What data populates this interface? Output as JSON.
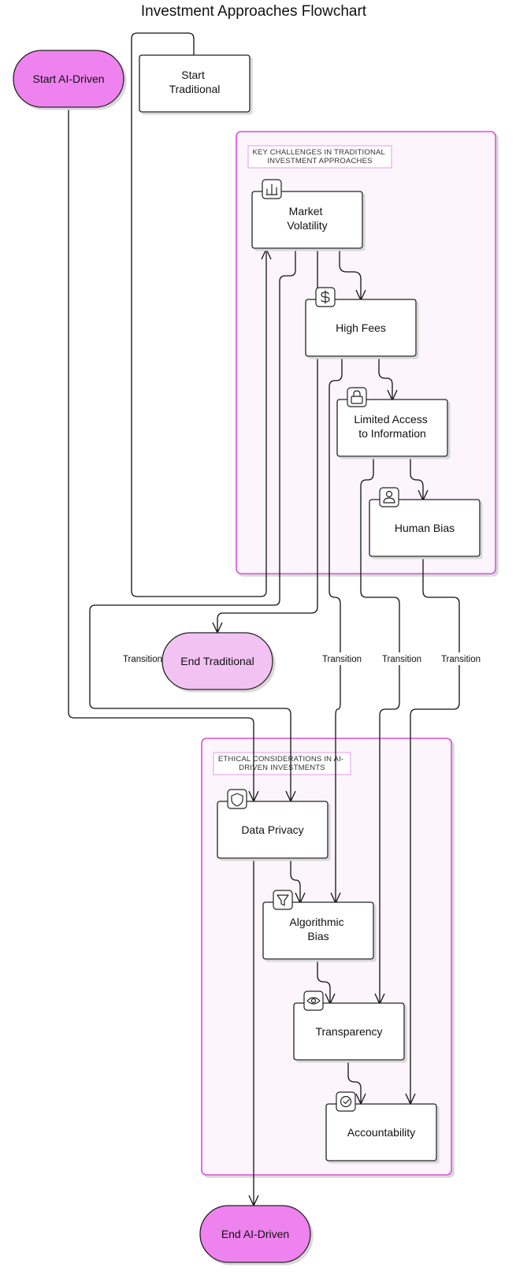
{
  "title": "Investment Approaches Flowchart",
  "clusters": {
    "traditional": {
      "label_lines": [
        "KEY CHALLENGES IN TRADITIONAL",
        "INVESTMENT APPROACHES"
      ]
    },
    "ai": {
      "label_lines": [
        "ETHICAL CONSIDERATIONS IN AI-",
        "DRIVEN INVESTMENTS"
      ]
    }
  },
  "nodes": {
    "start_ai": {
      "label_lines": [
        "Start AI-Driven"
      ]
    },
    "start_traditional": {
      "label_lines": [
        "Start",
        "Traditional"
      ]
    },
    "market_volatility": {
      "label_lines": [
        "Market",
        "Volatility"
      ],
      "icon": "bar-chart-icon"
    },
    "high_fees": {
      "label_lines": [
        "High Fees"
      ],
      "icon": "dollar-icon"
    },
    "limited_access": {
      "label_lines": [
        "Limited Access",
        "to Information"
      ],
      "icon": "lock-icon"
    },
    "human_bias": {
      "label_lines": [
        "Human Bias"
      ],
      "icon": "person-icon"
    },
    "end_traditional": {
      "label_lines": [
        "End Traditional"
      ]
    },
    "data_privacy": {
      "label_lines": [
        "Data Privacy"
      ],
      "icon": "shield-icon"
    },
    "algorithmic_bias": {
      "label_lines": [
        "Algorithmic",
        "Bias"
      ],
      "icon": "funnel-icon"
    },
    "transparency": {
      "label_lines": [
        "Transparency"
      ],
      "icon": "eye-icon"
    },
    "accountability": {
      "label_lines": [
        "Accountability"
      ],
      "icon": "check-circle-icon"
    },
    "end_ai": {
      "label_lines": [
        "End AI-Driven"
      ]
    }
  },
  "edge_labels": {
    "t1": "Transition",
    "t2": "Transition",
    "t3": "Transition",
    "t4": "Transition"
  },
  "colors": {
    "stadium_fill": "#ee82ee",
    "end_traditional_fill": "#f2c2f2",
    "cluster_border": "#d94fd9",
    "cluster_fill": "#fcf5fc"
  }
}
